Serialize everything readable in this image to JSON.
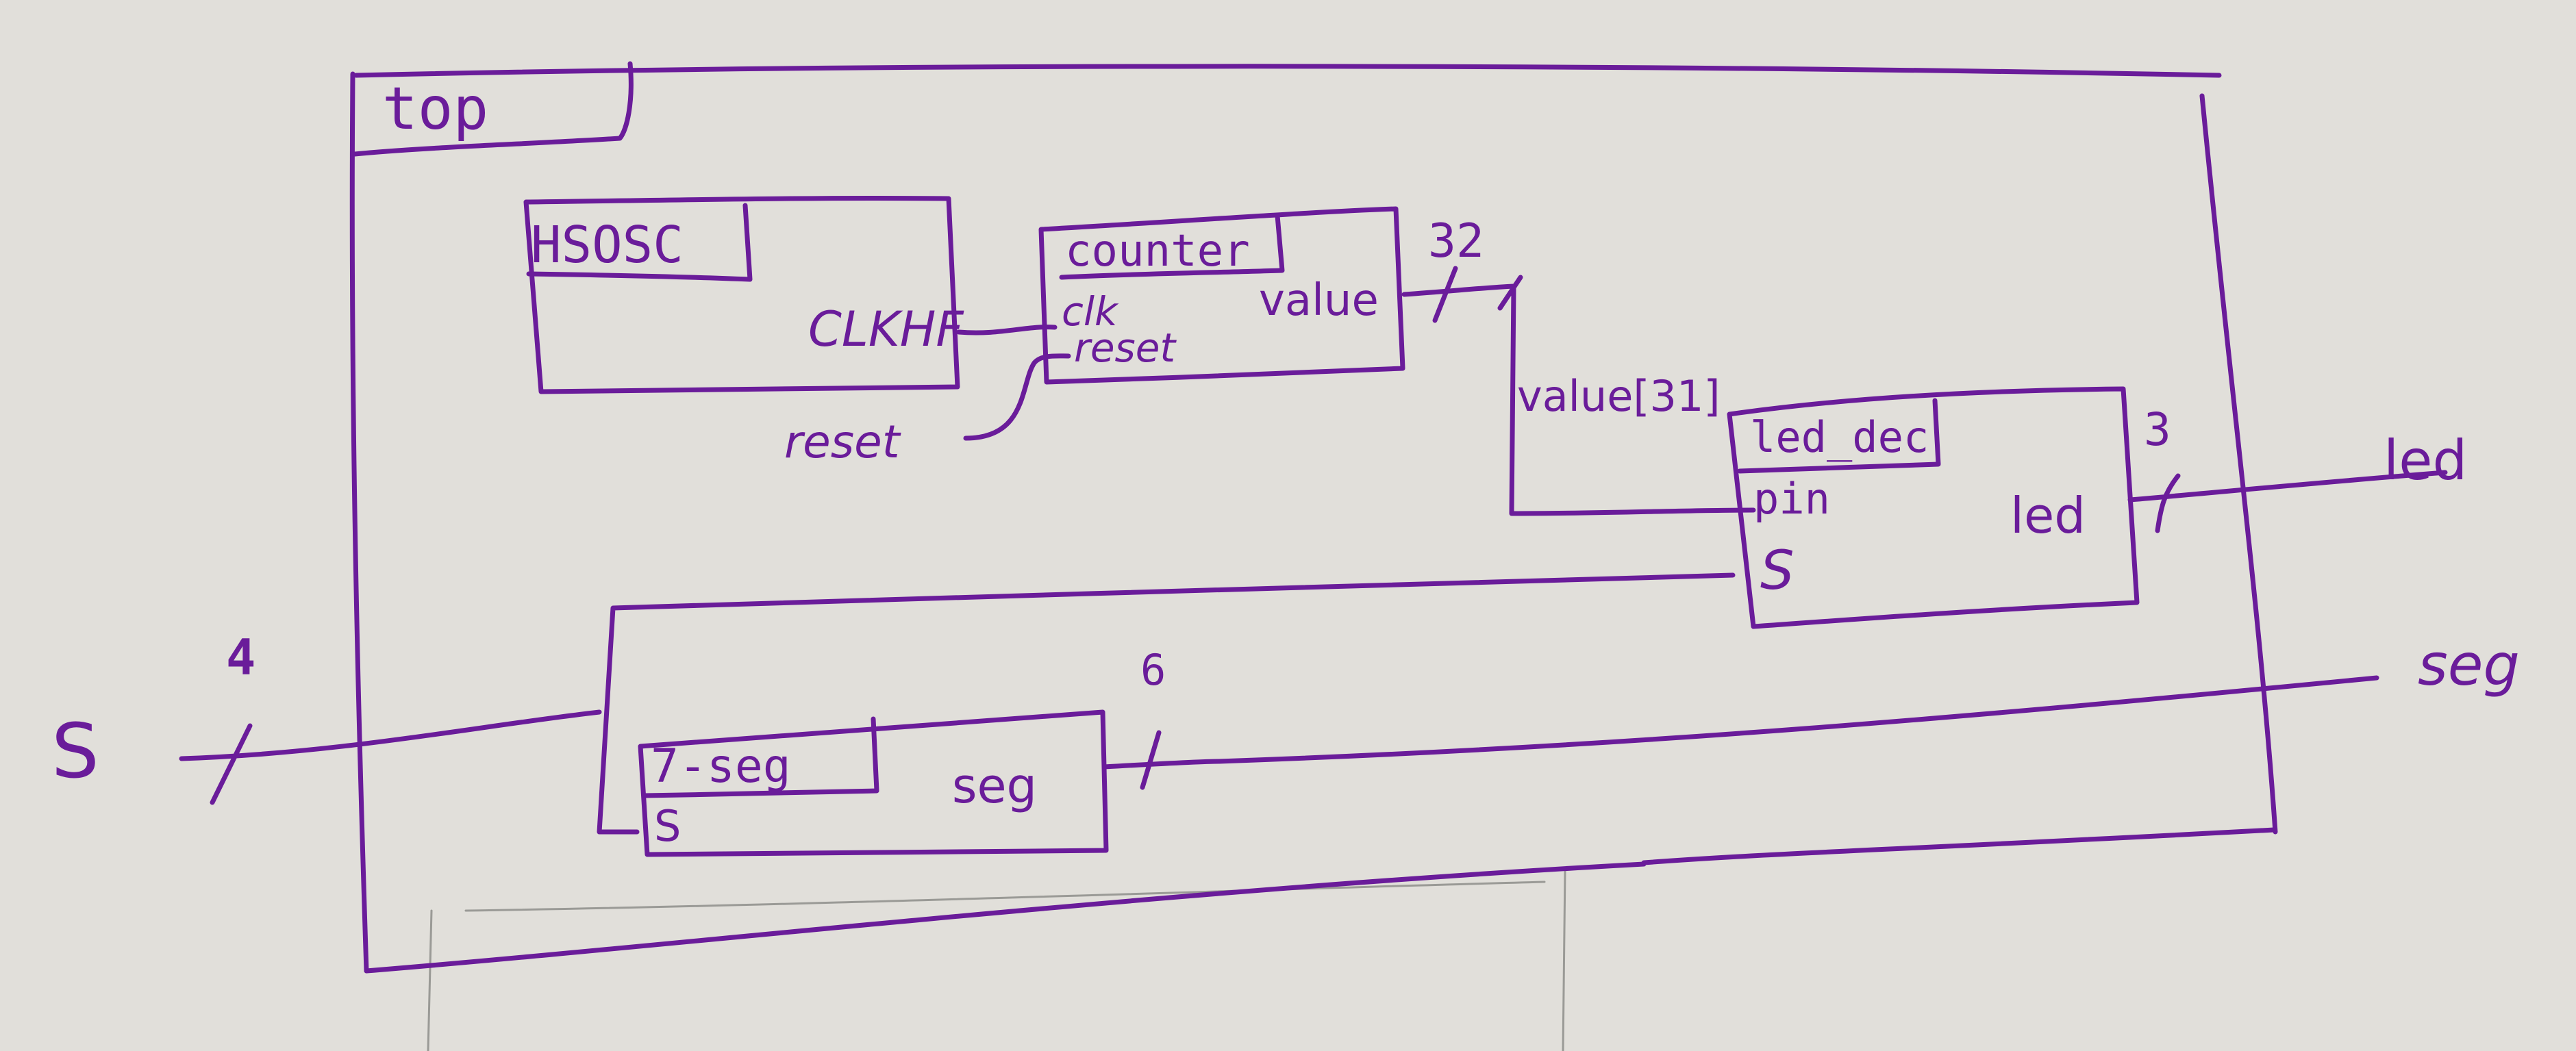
{
  "top": {
    "label": "top"
  },
  "hsosc": {
    "label": "HSOSC",
    "port_clk": "CLKHF"
  },
  "counter": {
    "label": "counter",
    "port_clk": "clk",
    "port_reset": "reset",
    "port_value": "value"
  },
  "reset_signal": "reset",
  "bus_value_width": "32",
  "value_bit": "value[31]",
  "led_dec": {
    "label": "led_dec",
    "port_pin": "pin",
    "port_s": "S",
    "port_led": "led"
  },
  "bus_led_width": "3",
  "led_output": "led",
  "seven_seg": {
    "label": "7-seg",
    "port_s": "S",
    "port_seg": "seg"
  },
  "bus_seg_width": "6",
  "seg_output": "seg",
  "s_input": "S",
  "bus_s_width": "4"
}
